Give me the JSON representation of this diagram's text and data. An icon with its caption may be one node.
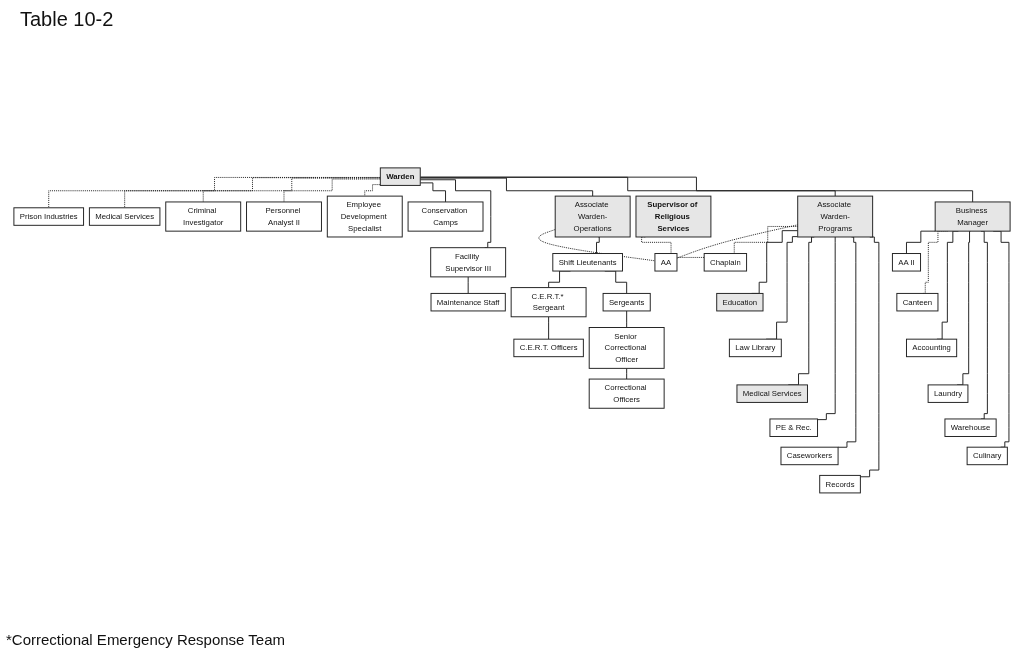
{
  "diagram": {
    "title": "Table 10-2",
    "caption": "*Correctional Emergency Response Team",
    "nodes": [
      {
        "text": [
          "Warden"
        ]
      },
      {
        "text": [
          "Prison Industries"
        ]
      },
      {
        "text": [
          "Medical Services"
        ]
      },
      {
        "text": [
          "Criminal Investigator"
        ]
      },
      {
        "text": [
          "Personnel Analyst II"
        ]
      },
      {
        "text": [
          "Employee Development Specialist"
        ]
      },
      {
        "text": [
          "Conservation Camps"
        ]
      },
      {
        "text": [
          "Facility Supervisor III"
        ]
      },
      {
        "text": [
          "Maintenance Staff"
        ]
      },
      {
        "text": [
          "Associate Warden-Operations"
        ]
      },
      {
        "text": [
          "AA"
        ]
      },
      {
        "text": [
          "Associate Warden-Programs"
        ]
      },
      {
        "text": [
          "Supervisor of Religious Services"
        ]
      },
      {
        "text": [
          "Business Manager"
        ]
      },
      {
        "text": [
          "Shift Lieutenants"
        ]
      },
      {
        "text": [
          "C.E.R.T.* Sergeant"
        ]
      },
      {
        "text": [
          "Sergeants"
        ]
      },
      {
        "text": [
          "C.E.R.T. Officers"
        ]
      },
      {
        "text": [
          "Senior Correctional Officer"
        ]
      },
      {
        "text": [
          "Correctional Officers"
        ]
      },
      {
        "text": [
          "Chaplain"
        ]
      },
      {
        "text": [
          "Education"
        ]
      },
      {
        "text": [
          "Law Library"
        ]
      },
      {
        "text": [
          "Medical Services"
        ]
      },
      {
        "text": [
          "PE & Rec."
        ]
      },
      {
        "text": [
          "Caseworkers"
        ]
      },
      {
        "text": [
          "Records"
        ]
      },
      {
        "text": [
          "AA II"
        ]
      },
      {
        "text": [
          "Canteen"
        ]
      },
      {
        "text": [
          "Accounting"
        ]
      },
      {
        "text": [
          "Laundry"
        ]
      },
      {
        "text": [
          "Warehouse"
        ]
      },
      {
        "text": [
          "Culinary"
        ]
      }
    ],
    "edges": [
      {
        "from": 0,
        "to": 1,
        "arrow": "none",
        "style": "dashed"
      },
      {
        "from": 0,
        "to": 2,
        "arrow": "none",
        "style": "dashed"
      },
      {
        "from": 0,
        "to": 3,
        "arrow": "none",
        "style": "dashed"
      },
      {
        "from": 0,
        "to": 4,
        "arrow": "none",
        "style": "dashed"
      },
      {
        "from": 0,
        "to": 5,
        "arrow": "none",
        "style": "dashed"
      },
      {
        "from": 0,
        "to": 6,
        "arrow": "none"
      },
      {
        "from": 0,
        "to": 7,
        "arrow": "none"
      },
      {
        "from": 7,
        "to": 8,
        "arrow": "none"
      },
      {
        "from": 0,
        "to": 9,
        "arrow": "none"
      },
      {
        "from": 0,
        "to": 11,
        "arrow": "none"
      },
      {
        "from": 0,
        "to": 13,
        "arrow": "none"
      },
      {
        "from": 9,
        "to": 10,
        "arrow": "none",
        "style": "dashed"
      },
      {
        "from": 11,
        "to": 10,
        "arrow": "none",
        "style": "dashed"
      },
      {
        "from": 9,
        "to": 14,
        "arrow": "none"
      },
      {
        "from": 14,
        "to": 15,
        "arrow": "none"
      },
      {
        "from": 14,
        "to": 16,
        "arrow": "none"
      },
      {
        "from": 15,
        "to": 17,
        "arrow": "none"
      },
      {
        "from": 16,
        "to": 18,
        "arrow": "none"
      },
      {
        "from": 18,
        "to": 19,
        "arrow": "none"
      },
      {
        "from": 11,
        "to": 20,
        "arrow": "none",
        "style": "dashed"
      },
      {
        "from": 12,
        "to": 20,
        "arrow": "none",
        "style": "dashed"
      },
      {
        "from": 11,
        "to": 21,
        "arrow": "none"
      },
      {
        "from": 11,
        "to": 22,
        "arrow": "none"
      },
      {
        "from": 11,
        "to": 23,
        "arrow": "none"
      },
      {
        "from": 11,
        "to": 24,
        "arrow": "none"
      },
      {
        "from": 11,
        "to": 25,
        "arrow": "none"
      },
      {
        "from": 11,
        "to": 26,
        "arrow": "none"
      },
      {
        "from": 13,
        "to": 27,
        "arrow": "none"
      },
      {
        "from": 13,
        "to": 28,
        "arrow": "none",
        "style": "dashed"
      },
      {
        "from": 13,
        "to": 29,
        "arrow": "none"
      },
      {
        "from": 13,
        "to": 30,
        "arrow": "none"
      },
      {
        "from": 13,
        "to": 31,
        "arrow": "none"
      },
      {
        "from": 13,
        "to": 32,
        "arrow": "none"
      }
    ]
  }
}
